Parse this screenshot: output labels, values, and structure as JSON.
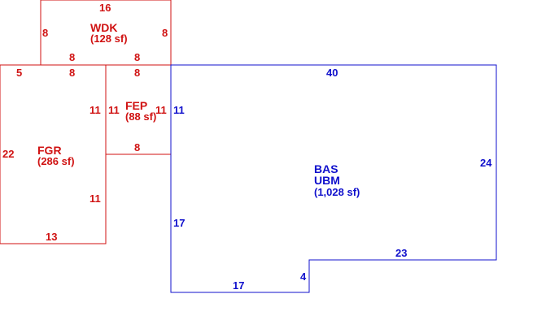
{
  "colors": {
    "garage_group": "#d01212",
    "living_group": "#1010cc",
    "background": "#ffffff"
  },
  "areas": {
    "wdk": {
      "code": "WDK",
      "area": "(128 sf)"
    },
    "fep": {
      "code": "FEP",
      "area": "(88 sf)"
    },
    "fgr": {
      "code": "FGR",
      "area": "(286 sf)"
    },
    "bas": {
      "code": "BAS",
      "sub_code": "UBM",
      "area": "(1,028 sf)"
    }
  },
  "dimensions": {
    "wdk_top": "16",
    "wdk_left": "8",
    "wdk_right": "8",
    "wdk_bottom_left": "8",
    "wdk_bottom_right": "8",
    "fgr_top_left": "5",
    "fgr_top_mid": "8",
    "fgr_left": "22",
    "fgr_inner_upper": "11",
    "fgr_inner_lower": "11",
    "fgr_bottom": "13",
    "fep_top": "8",
    "fep_left": "11",
    "fep_right": "11",
    "fep_bottom": "8",
    "bas_top": "40",
    "bas_left_upper": "11",
    "bas_left_lower": "17",
    "bas_right": "24",
    "bas_step_horizontal": "23",
    "bas_step_vertical": "4",
    "bas_bottom": "17"
  }
}
